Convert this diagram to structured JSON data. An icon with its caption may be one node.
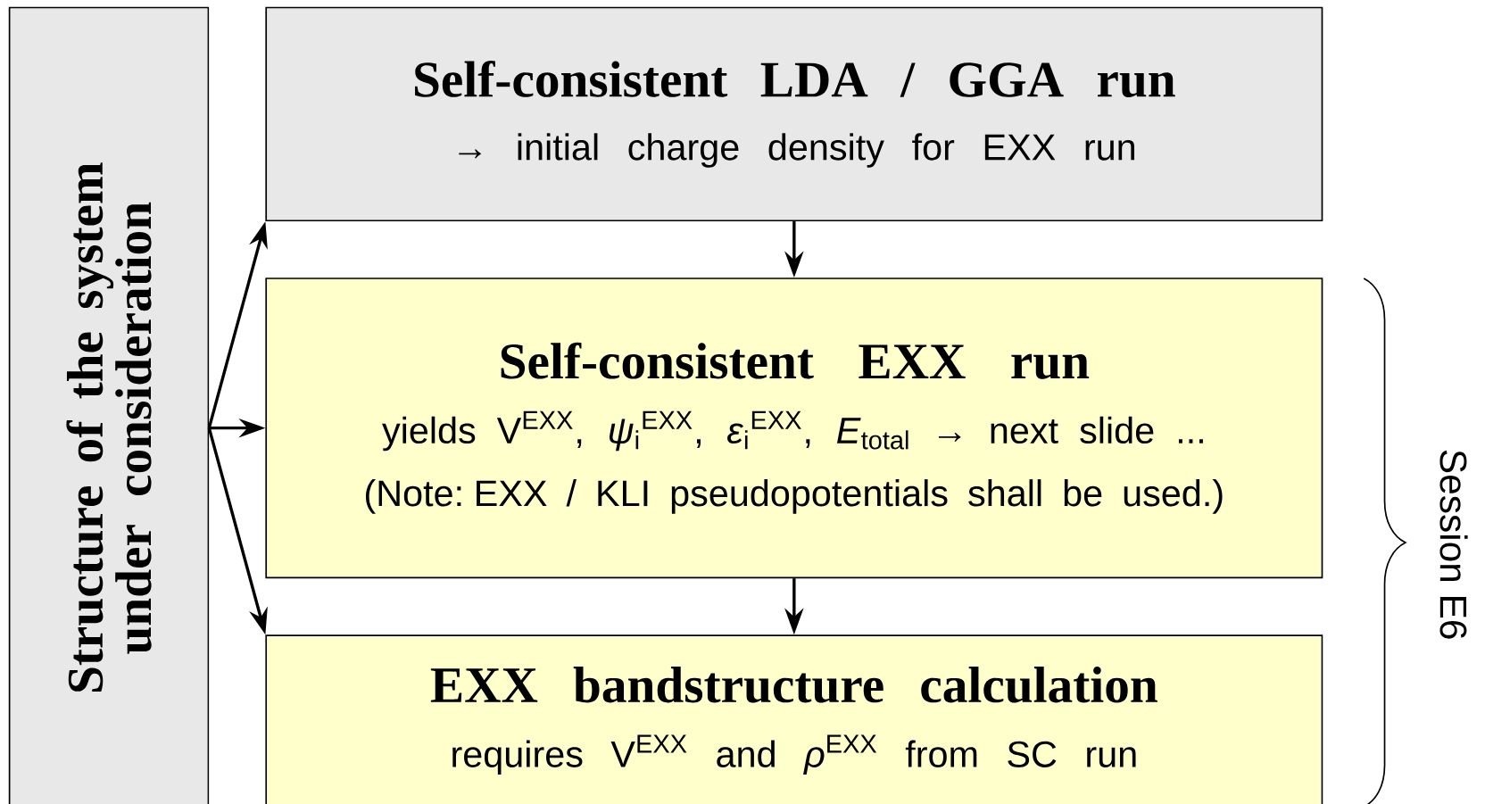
{
  "diagram": {
    "nodes": [
      {
        "text": [
          "Structure of the system under consideration"
        ]
      },
      {
        "text": [
          "Self-consistent LDA / GGA run",
          "→ initial charge density for EXX run"
        ]
      },
      {
        "text": [
          "Self-consistent EXX run",
          "yields  V$^{EXX}$, *ψ*$_{i}$$^{EXX}$, *ε*$_{i}$$^{EXX}$, *E*$_{total}$  →  next slide ...",
          "(Note: EXX / KLI pseudopotentials shall be used.)"
        ]
      },
      {
        "text": [
          "EXX bandstructure calculation",
          "requires  V$^{EXX}$ and *ρ*$^{EXX}$ from SC run"
        ]
      }
    ],
    "edges": [
      {
        "from": 0,
        "to": 1,
        "arrow": "to"
      },
      {
        "from": 0,
        "to": 2,
        "arrow": "to"
      },
      {
        "from": 0,
        "to": 3,
        "arrow": "to"
      },
      {
        "from": 1,
        "to": 2,
        "arrow": "to"
      },
      {
        "from": 2,
        "to": 3,
        "arrow": "to"
      }
    ],
    "labels": [
      "Session E6"
    ]
  }
}
